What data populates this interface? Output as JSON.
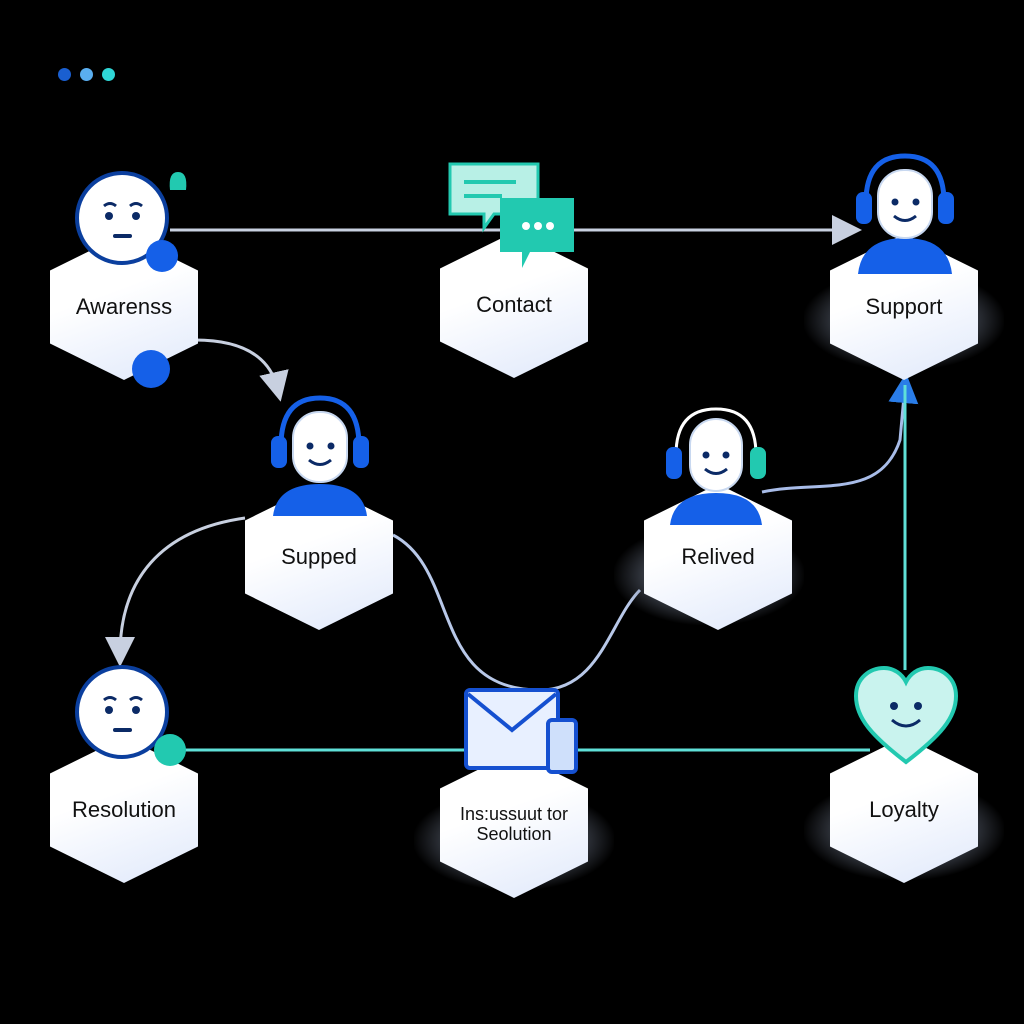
{
  "window_dots": [
    "#1a5fd0",
    "#5aaef0",
    "#2fd6d6"
  ],
  "colors": {
    "accent_blue": "#1560e8",
    "accent_teal": "#22c9b0",
    "line_gray": "#c8d0e0",
    "line_teal": "#5fe0d8"
  },
  "nodes": {
    "awareness": {
      "label": "Awarenss",
      "icon": "neutral-face-icon"
    },
    "contact": {
      "label": "Contact",
      "icon": "chat-bubbles-icon"
    },
    "support": {
      "label": "Support",
      "icon": "headset-agent-icon"
    },
    "supped": {
      "label": "Supped",
      "icon": "headset-agent-icon"
    },
    "relived": {
      "label": "Relived",
      "icon": "headset-agent-icon"
    },
    "resolution": {
      "label": "Resolution",
      "icon": "neutral-face-icon"
    },
    "instruction": {
      "label_line1": "Ins:ussuut tor",
      "label_line2": "Seolution",
      "icon": "envelope-phone-icon"
    },
    "loyalty": {
      "label": "Loyalty",
      "icon": "heart-smile-icon"
    }
  }
}
